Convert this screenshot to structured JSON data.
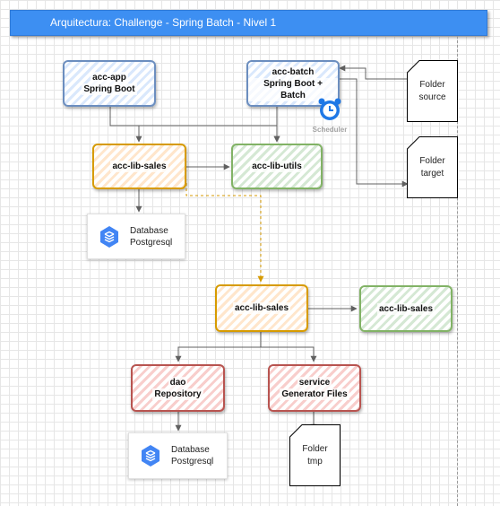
{
  "header": {
    "title": "Arquitectura: Challenge - Spring Batch - Nivel 1"
  },
  "colors": {
    "header": "#3d8ff2",
    "blue_stroke": "#6c8ebf",
    "orange_stroke": "#d79b00",
    "green_stroke": "#82b366",
    "red_stroke": "#b85450",
    "db_icon": "#4285f4",
    "scheduler_icon": "#1f78e6"
  },
  "nodes": {
    "acc_app": {
      "line1": "acc-app",
      "line2": "Spring Boot"
    },
    "acc_batch": {
      "line1": "acc-batch",
      "line2": "Spring Boot + Batch"
    },
    "scheduler": {
      "label": "Scheduler",
      "icon": "scheduler-icon"
    },
    "folder_source": {
      "line1": "Folder",
      "line2": "source"
    },
    "folder_target": {
      "line1": "Folder",
      "line2": "target"
    },
    "acc_lib_sales_top": {
      "label": "acc-lib-sales"
    },
    "acc_lib_utils": {
      "label": "acc-lib-utils"
    },
    "database_top": {
      "line1": "Database",
      "line2": "Postgresql",
      "icon": "database-icon"
    },
    "acc_lib_sales_mid": {
      "label": "acc-lib-sales"
    },
    "acc_lib_sales_right": {
      "label": "acc-lib-sales"
    },
    "dao": {
      "line1": "dao",
      "line2": "Repository"
    },
    "service": {
      "line1": "service",
      "line2": "Generator Files"
    },
    "database_bottom": {
      "line1": "Database",
      "line2": "Postgresql",
      "icon": "database-icon"
    },
    "folder_tmp": {
      "line1": "Folder",
      "line2": "tmp"
    }
  }
}
